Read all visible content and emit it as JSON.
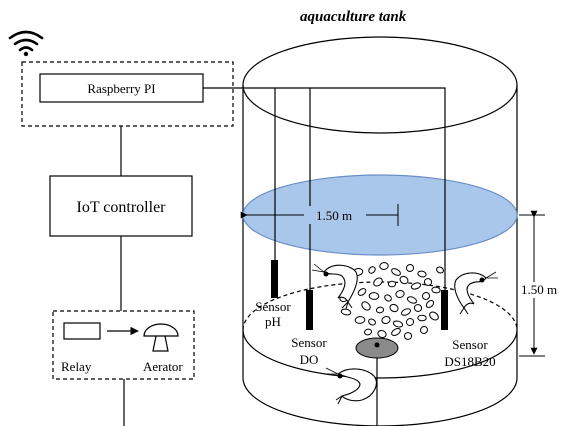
{
  "title": "aquaculture tank",
  "raspberry_label": "Raspberry PI",
  "iot_label": "IoT controller",
  "relay_label": "Relay",
  "aerator_label": "Aerator",
  "width_label": "1.50 m",
  "depth_label": "1.50 m",
  "sensors": {
    "ph": {
      "line1": "Sensor",
      "line2": "pH"
    },
    "do": {
      "line1": "Sensor",
      "line2": "DO"
    },
    "temp": {
      "line1": "Sensor",
      "line2": "DS18B20"
    }
  },
  "colors": {
    "water_fill": "#a9c7ea",
    "water_edge": "#6a8fc7",
    "aerator_stone": "#8a8a8a"
  },
  "icons": [
    "wifi-icon",
    "shrimp-icon",
    "bubbles-icon",
    "arrow-icon"
  ]
}
